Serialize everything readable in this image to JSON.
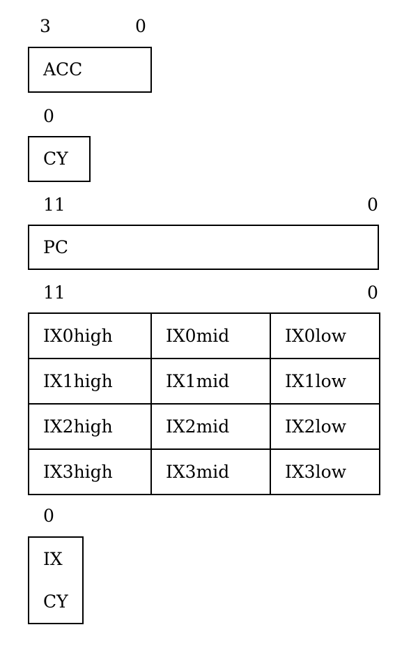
{
  "acc": {
    "bit_high": "3",
    "bit_low": "0",
    "label": "ACC"
  },
  "cy": {
    "bit": "0",
    "label": "CY"
  },
  "pc": {
    "bit_high": "11",
    "bit_low": "0",
    "label": "PC"
  },
  "ix_table": {
    "bit_high": "11",
    "bit_low": "0",
    "rows": [
      [
        "IX0high",
        "IX0mid",
        "IX0low"
      ],
      [
        "IX1high",
        "IX1mid",
        "IX1low"
      ],
      [
        "IX2high",
        "IX2mid",
        "IX2low"
      ],
      [
        "IX3high",
        "IX3mid",
        "IX3low"
      ]
    ]
  },
  "ixcy": {
    "bit": "0",
    "line1": "IX",
    "line2": "CY"
  }
}
